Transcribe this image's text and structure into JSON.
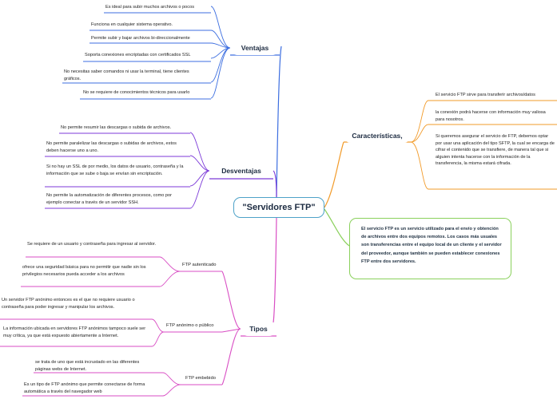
{
  "central": {
    "label": "\"Servidores FTP\""
  },
  "ventajas": {
    "label": "Ventajas",
    "items": [
      "Es ideal para subir muchos archivos o pocos",
      "Funciona en cualquier sistema operativo.",
      "Permite subir y bajar archivos bi-direccionalmente",
      "Soporta conexiones encriptadas con certificados SSL",
      "No necesitas saber comandos ni usar la terminal, tiene clientes gráficos.",
      "No se requiere de conocimientos técnicos para usarlo"
    ]
  },
  "desventajas": {
    "label": "Desventajas",
    "items": [
      "No permite resumir las descargas o subida de archivos.",
      "No permite paralelizar las descargas o subidas de archivos, estos deben hacerse uno a uno.",
      "Si no hay un SSL de por medio, los datos de usuario, contraseña y la información que se sube o baja se envían sin encriptación.",
      "No permite la automatización de diferentes procesos, como por ejemplo conectar a través de un servidor SSH."
    ]
  },
  "tipos": {
    "label": "Tipos",
    "groups": [
      {
        "label": "FTP autenticado",
        "items": [
          "Se requiere de un usuario y contraseña para ingresar al servidor.",
          "ofrece una seguridad básica para no permitir que nadie sin los privilegios necesarios pueda acceder a los archivos"
        ]
      },
      {
        "label": "FTP anónimo o público",
        "items": [
          "Un servidor FTP anónimo entonces es el que no requiere usuario o contraseña para poder ingresar y manipular los archivos.",
          "La información ubicada en servidores FTP anónimos tampoco suele ser muy crítica, ya que está expuesto abiertamente a Internet."
        ]
      },
      {
        "label": "FTP embebido",
        "items": [
          "se trata de uno que está incrustado en las diferentes páginas webs de Internet.",
          "Es un tipo de FTP anónimo que permite conectarse de forma automática a través del navegador web"
        ]
      }
    ]
  },
  "caracteristicas": {
    "label": "Características,",
    "items": [
      "El servicio FTP sirve para transferir archivos/datos",
      "la conexión podrá hacerse con información muy valiosa para nosotros.",
      "Si queremos asegurar el servicio de FTP, debemos optar por usar una aplicación del tipo SFTP, la cual se encarga de cifrar el contenido que se transfiere, de manera tal que si alguien intenta hacerse con la información de la transferencia, la misma estará cifrada."
    ]
  },
  "definicion": {
    "text": "El servicio FTP es un servicio utilizado para el envío y obtención de archivos entre dos equipos remotos. Los casos más usuales son transferencias entre el equipo local de un cliente y el servidor del proveedor, aunque también se pueden establecer conexiones FTP entre dos servidores."
  },
  "colors": {
    "central_border": "#4ea2c8",
    "ventajas": "#3c6ee0",
    "desventajas": "#7c3ad8",
    "tipos": "#d94ec4",
    "caracteristicas": "#f29b2a",
    "definicion": "#8ad05c"
  }
}
